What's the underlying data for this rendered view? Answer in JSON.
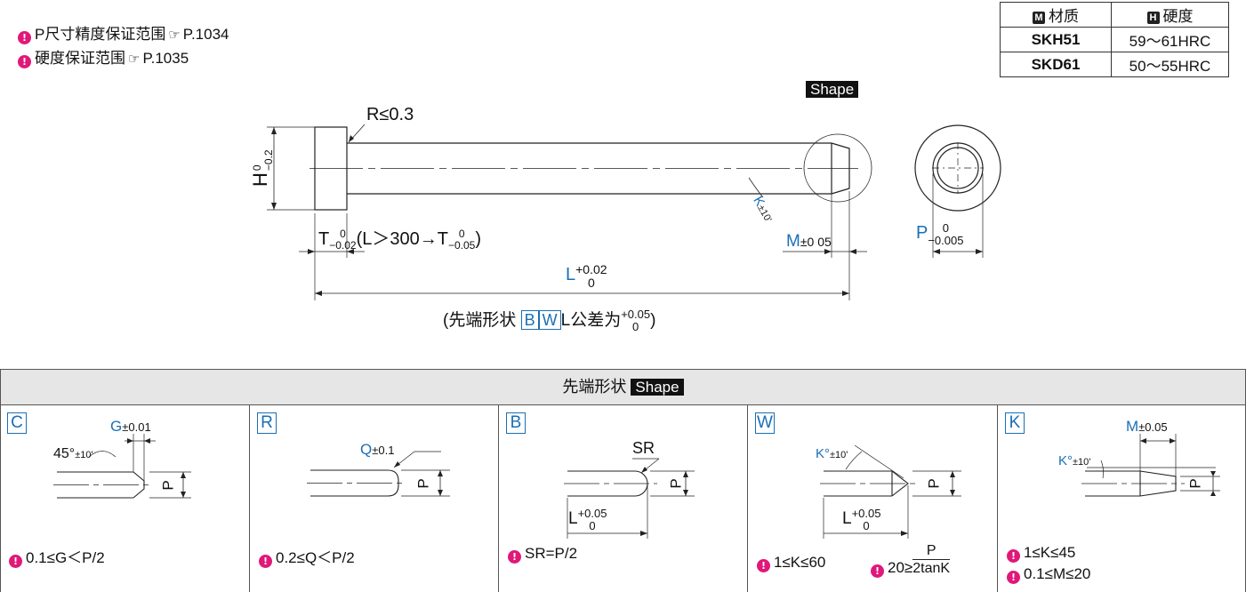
{
  "notes": [
    {
      "text": "P尺寸精度保证范围",
      "ref": "P.1034"
    },
    {
      "text": "硬度保证范围",
      "ref": "P.1035"
    }
  ],
  "material_table": {
    "headers": [
      {
        "icon": "M",
        "label": "材质"
      },
      {
        "icon": "H",
        "label": "硬度"
      }
    ],
    "rows": [
      {
        "material": "SKH51",
        "hardness": "59～61HRC"
      },
      {
        "material": "SKD61",
        "hardness": "50～55HRC"
      }
    ]
  },
  "main_drawing": {
    "shape_tag": "Shape",
    "r_label": "R≤0.3",
    "h_label": "H",
    "h_tol_upper": "0",
    "h_tol_lower": "−0.2",
    "t_label": "T",
    "t_tol_upper": "0",
    "t_tol_lower": "−0.02",
    "t_cond_text": "(L＞300→T",
    "t_cond_tol_upper": "0",
    "t_cond_tol_lower": "−0.05",
    "t_cond_close": ")",
    "k_label": "K",
    "k_tol": "±10'",
    "m_label": "M",
    "m_tol": "±0 05",
    "p_label": "P",
    "p_tol_upper": "0",
    "p_tol_lower": "−0.005",
    "l_label": "L",
    "l_tol_upper": "+0.02",
    "l_tol_lower": "0",
    "tip_note_open": "(先端形状",
    "tip_note_b": "B",
    "tip_note_w": "W",
    "tip_note_text": "L公差为",
    "tip_note_tol_upper": "+0.05",
    "tip_note_tol_lower": "0",
    "tip_note_close": ")"
  },
  "section_header": {
    "text": "先端形状",
    "tag": "Shape"
  },
  "panels": [
    {
      "code": "C",
      "dim_label": "G",
      "dim_tol": "±0.01",
      "angle": "45°",
      "angle_tol": "±10'",
      "p": "P",
      "note": "0.1≤G＜P/2"
    },
    {
      "code": "R",
      "dim_label": "Q",
      "dim_tol": "±0.1",
      "p": "P",
      "note": "0.2≤Q＜P/2"
    },
    {
      "code": "B",
      "dim_label": "SR",
      "l_label": "L",
      "l_tol_upper": "+0.05",
      "l_tol_lower": "0",
      "p": "P",
      "note": "SR=P/2"
    },
    {
      "code": "W",
      "dim_label": "K°",
      "dim_tol": "±10'",
      "l_label": "L",
      "l_tol_upper": "+0.05",
      "l_tol_lower": "0",
      "p": "P",
      "note1": "1≤K≤60",
      "note2_left": "20≥",
      "note2_num": "P",
      "note2_den": "2tanK"
    },
    {
      "code": "K",
      "dim_label": "M",
      "dim_tol": "±0.05",
      "angle": "K°",
      "angle_tol": "±10'",
      "p": "P",
      "note1": "1≤K≤45",
      "note2": "0.1≤M≤20"
    }
  ],
  "colors": {
    "accent_blue": "#1a6fb5",
    "note_pink": "#e0187a",
    "header_bg": "#e6e6e6"
  }
}
